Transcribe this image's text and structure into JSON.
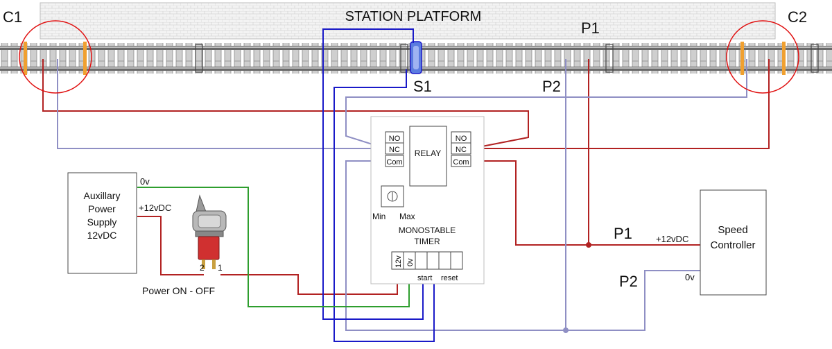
{
  "platform": {
    "title": "STATION PLATFORM"
  },
  "labels": {
    "c1": "C1",
    "c2": "C2",
    "p1_top": "P1",
    "p2_top": "P2",
    "s1": "S1",
    "p1_right": "P1",
    "p2_right": "P2"
  },
  "relay": {
    "left_no": "NO",
    "left_nc": "NC",
    "left_com": "Com",
    "right_no": "NO",
    "right_nc": "NC",
    "right_com": "Com",
    "relay_label": "RELAY"
  },
  "timer": {
    "min": "Min",
    "max": "Max",
    "title_line1": "MONOSTABLE",
    "title_line2": "TIMER",
    "t_12v": "12v",
    "t_0v": "0v",
    "start": "start",
    "reset": "reset"
  },
  "power_supply": {
    "line1": "Auxillary",
    "line2": "Power",
    "line3": "Supply",
    "line4": "12vDC",
    "out_0v": "0v",
    "out_12v": "+12vDC"
  },
  "switch": {
    "pin2": "2",
    "pin1": "1",
    "caption": "Power ON - OFF"
  },
  "controller": {
    "line1": "Speed",
    "line2": "Controller",
    "in_12v": "+12vDC",
    "in_0v": "0v"
  },
  "colors": {
    "red_wire": "#b22222",
    "lavender_wire": "#8f8fc4",
    "blue_wire": "#1a1ac8",
    "green_wire": "#2e9e2e",
    "circle": "#e01010",
    "rail_break": "#f0a030"
  }
}
